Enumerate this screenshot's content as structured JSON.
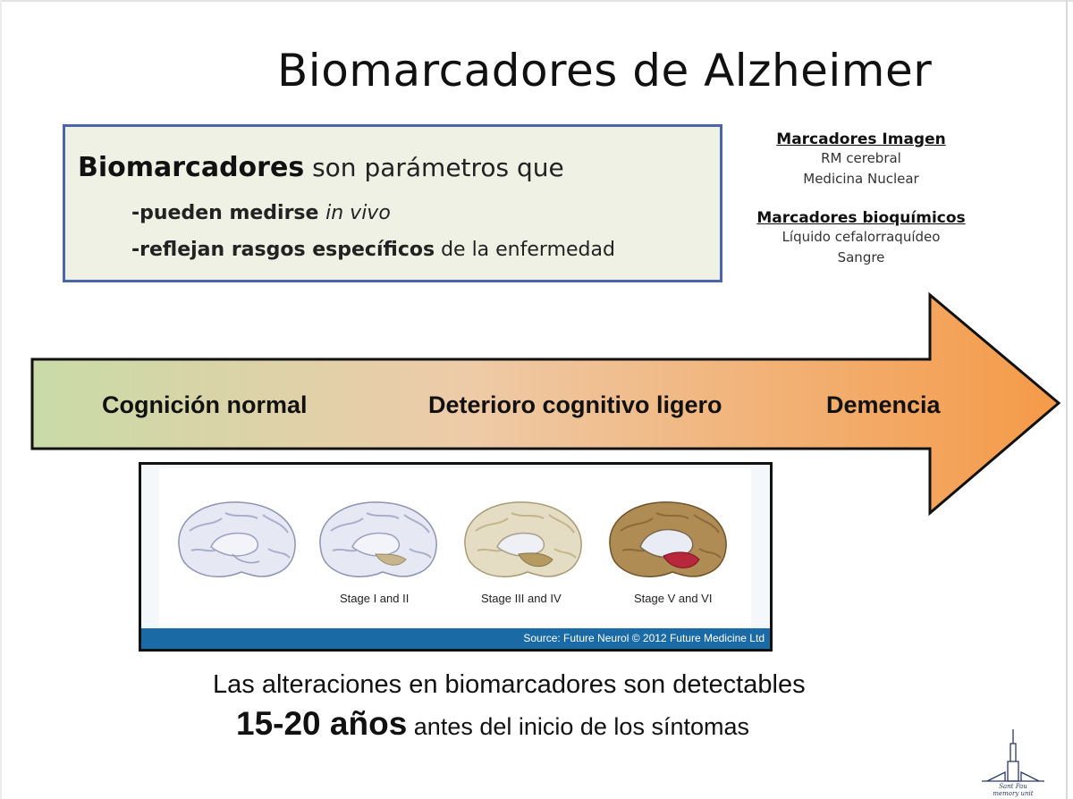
{
  "slide": {
    "title": "Biomarcadores de Alzheimer"
  },
  "definition": {
    "term": "Biomarcadores",
    "intro": " son parámetros que",
    "point1_bold": "-pueden medirse ",
    "point1_italic": "in vivo",
    "point2_bold": "-reflejan rasgos específicos",
    "point2_rest": " de la enfermedad"
  },
  "markers": {
    "imaging_heading": "Marcadores Imagen",
    "imaging_items": [
      "RM cerebral",
      "Medicina Nuclear"
    ],
    "biochem_heading": "Marcadores bioquímicos",
    "biochem_items": [
      "Líquido cefalorraquídeo",
      "Sangre"
    ]
  },
  "arrow": {
    "stages": [
      "Cognición normal",
      "Deterioro cognitivo ligero",
      "Demencia"
    ],
    "colors": {
      "start": "#c9dba8",
      "mid": "#eecba8",
      "end": "#f59a48",
      "outline": "#111111"
    }
  },
  "figure": {
    "captions": [
      "Stage I and II",
      "Stage III and IV",
      "Stage V and VI"
    ],
    "source": "Source: Future Neurol © 2012 Future Medicine Ltd",
    "source_bar_color": "#1a6aa6"
  },
  "footer": {
    "line1": "Las alteraciones en biomarcadores son detectables",
    "years": "15-20 años",
    "line2_rest": " antes del inicio de los síntomas"
  },
  "logo": {
    "text": "Sant Pau memory unit",
    "icon": "cathedral-icon"
  }
}
